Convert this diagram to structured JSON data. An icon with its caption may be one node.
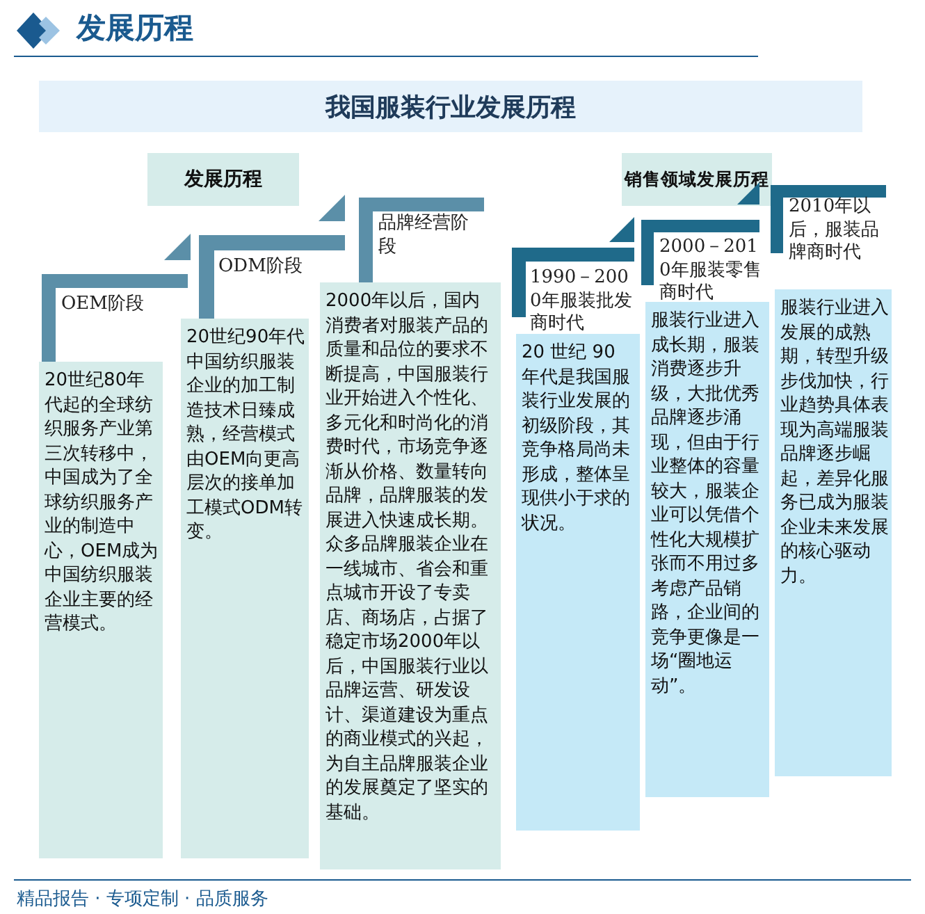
{
  "diagram": {
    "title": "我国服装行业发展历程",
    "nodes": [
      {
        "text": [
          "发展历程"
        ]
      },
      {
        "text": [
          "OEM阶段",
          "20世纪80年代起的全球纺织服务产业第三次转移中，中国成为了全球纺织服务产业的制造中心，OEM成为中国纺织服装企业主要的经营模式。"
        ]
      },
      {
        "text": [
          "ODM阶段",
          "20世纪90年代中国纺织服装企业的加工制造技术日臻成熟，经营模式由OEM向更高层次的接单加工模式ODM转变。"
        ]
      },
      {
        "text": [
          "品牌经营阶段",
          "2000年以后，国内消费者对服装产品的质量和品位的要求不断提高，中国服装行业开始进入个性化、多元化和时尚化的消费时代，市场竞争逐渐从价格、数量转向品牌，品牌服装的发展进入快速成长期。众多品牌服装企业在一线城市、省会和重点城市开设了专卖店、商场店，占据了稳定市场2000年以后，中国服装行业以品牌运营、研发设计、渠道建设为重点的商业模式的兴起，为自主品牌服装企业的发展奠定了坚实的基础。"
        ]
      },
      {
        "text": [
          "销售领域发展历程"
        ]
      },
      {
        "text": [
          "1990－2000年服装批发商时代",
          "20 世纪 90 年代是我国服装行业发展的初级阶段，其竞争格局尚未形成，整体呈现供小于求的状况。"
        ]
      },
      {
        "text": [
          "2000－2010年服装零售商时代",
          "服装行业进入成长期，服装消费逐步升级，大批优秀品牌逐步涌现，但由于行业整体的容量较大，服装企业可以凭借个性化大规模扩张而不用过多考虑产品销路，企业间的竞争更像是一场“圈地运动”。"
        ]
      },
      {
        "text": [
          "2010年以后，服装品牌商时代",
          "服装行业进入发展的成熟期，转型升级步伐加快，行业趋势具体表现为高端服装品牌逐步崛起，差异化服务已成为服装企业未来发展的核心驱动力。"
        ]
      }
    ],
    "labels": [
      "发展历程",
      "精品报告 · 专项定制 · 品质服务"
    ]
  }
}
